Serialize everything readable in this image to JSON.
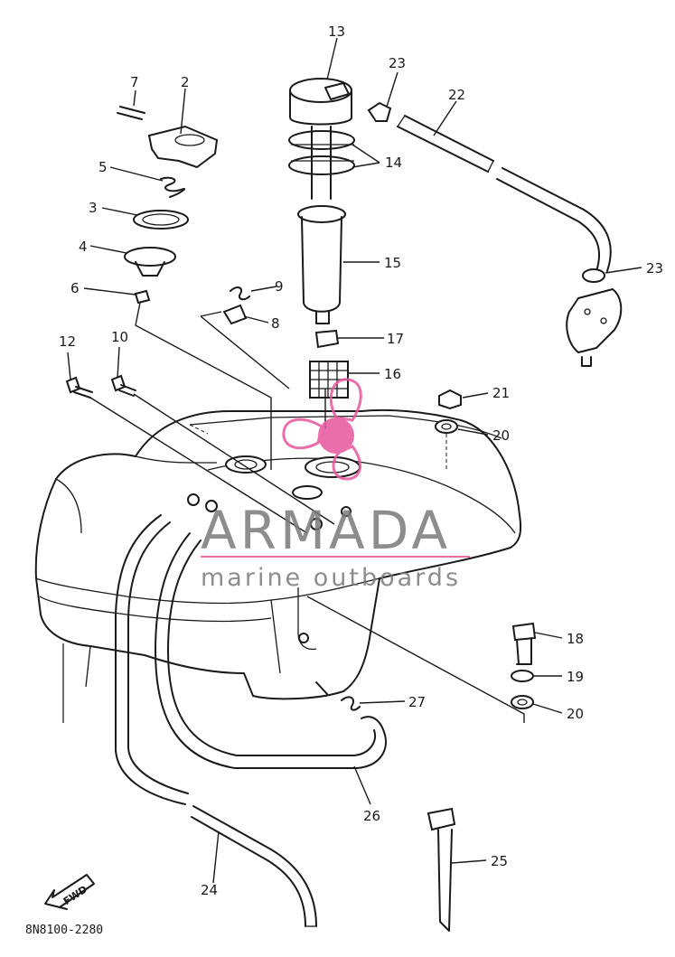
{
  "diagram": {
    "code": "8N8100-2280",
    "fwd_label": "FWD",
    "callouts": [
      {
        "id": "c7",
        "text": "7"
      },
      {
        "id": "c2",
        "text": "2"
      },
      {
        "id": "c5",
        "text": "5"
      },
      {
        "id": "c3",
        "text": "3"
      },
      {
        "id": "c4",
        "text": "4"
      },
      {
        "id": "c6",
        "text": "6"
      },
      {
        "id": "c13",
        "text": "13"
      },
      {
        "id": "c23a",
        "text": "23"
      },
      {
        "id": "c22",
        "text": "22"
      },
      {
        "id": "c14",
        "text": "14"
      },
      {
        "id": "c15",
        "text": "15"
      },
      {
        "id": "c9",
        "text": "9"
      },
      {
        "id": "c8",
        "text": "8"
      },
      {
        "id": "c23b",
        "text": "23"
      },
      {
        "id": "c12",
        "text": "12"
      },
      {
        "id": "c10",
        "text": "10"
      },
      {
        "id": "c17",
        "text": "17"
      },
      {
        "id": "c16",
        "text": "16"
      },
      {
        "id": "c21",
        "text": "21"
      },
      {
        "id": "c20a",
        "text": "20"
      },
      {
        "id": "c18",
        "text": "18"
      },
      {
        "id": "c19",
        "text": "19"
      },
      {
        "id": "c27",
        "text": "27"
      },
      {
        "id": "c20b",
        "text": "20"
      },
      {
        "id": "c26",
        "text": "26"
      },
      {
        "id": "c25",
        "text": "25"
      },
      {
        "id": "c24",
        "text": "24"
      }
    ]
  },
  "watermark": {
    "brand": "ARMADA",
    "tagline": "marine outboards",
    "color": "#e6559b",
    "text_color": "#7a7a7a"
  },
  "colors": {
    "ink": "#1a1a1a",
    "background": "#ffffff"
  }
}
